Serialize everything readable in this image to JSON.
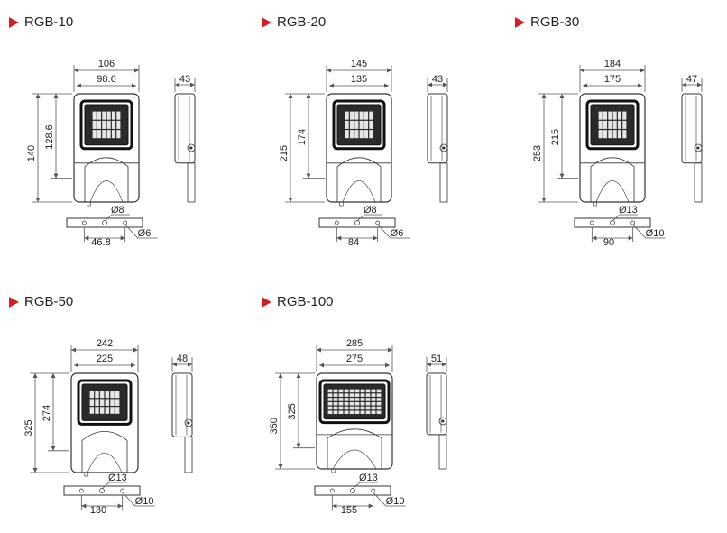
{
  "models": [
    {
      "name": "RGB-10",
      "icon": "red-triangle-icon",
      "width_outer": "106",
      "width_inner": "98.6",
      "height_outer": "140",
      "height_inner": "128.6",
      "depth": "43",
      "hole_large": "Ø8",
      "hole_small": "Ø6",
      "mount_spacing": "46.8"
    },
    {
      "name": "RGB-20",
      "icon": "red-triangle-icon",
      "width_outer": "145",
      "width_inner": "135",
      "height_outer": "215",
      "height_inner": "174",
      "depth": "43",
      "hole_large": "Ø8",
      "hole_small": "Ø6",
      "mount_spacing": "84"
    },
    {
      "name": "RGB-30",
      "icon": "red-triangle-icon",
      "width_outer": "184",
      "width_inner": "175",
      "height_outer": "253",
      "height_inner": "215",
      "depth": "47",
      "hole_large": "Ø13",
      "hole_small": "Ø10",
      "mount_spacing": "90"
    },
    {
      "name": "RGB-50",
      "icon": "red-triangle-icon",
      "width_outer": "242",
      "width_inner": "225",
      "height_outer": "325",
      "height_inner": "274",
      "depth": "48",
      "hole_large": "Ø13",
      "hole_small": "Ø10",
      "mount_spacing": "130"
    },
    {
      "name": "RGB-100",
      "icon": "red-triangle-icon",
      "width_outer": "285",
      "width_inner": "275",
      "height_outer": "350",
      "height_inner": "325",
      "depth": "51",
      "hole_large": "Ø13",
      "hole_small": "Ø10",
      "mount_spacing": "155"
    }
  ],
  "colors": {
    "accent": "#d21f26",
    "outline": "#333333",
    "dimension": "#555555",
    "led": "#e6e6e6"
  }
}
